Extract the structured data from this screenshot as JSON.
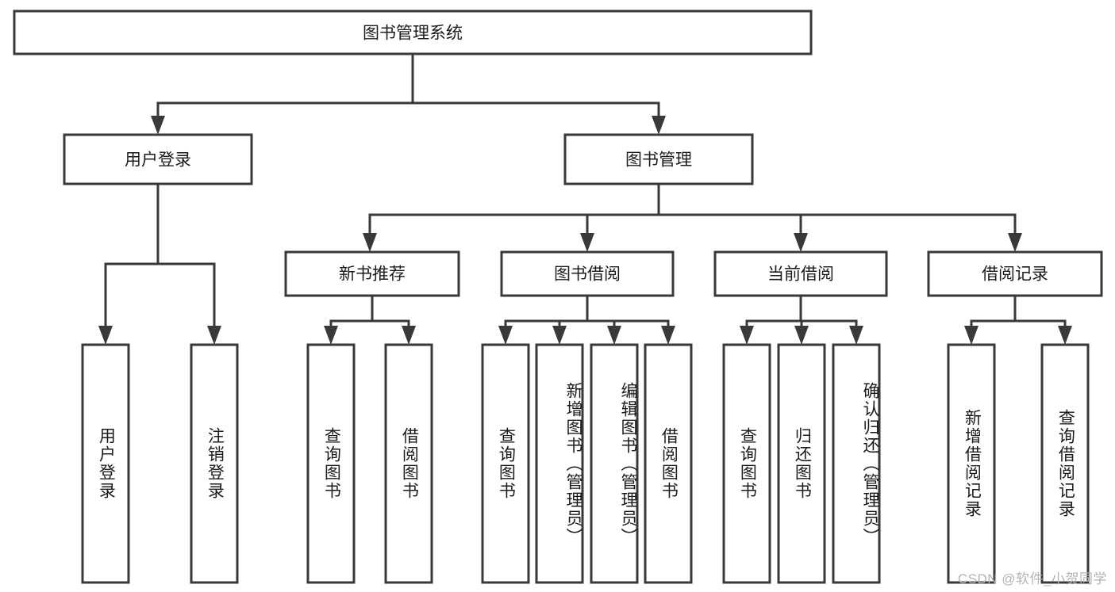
{
  "diagram": {
    "title": "图书管理系统",
    "type": "tree-hierarchy-diagram",
    "colors": {
      "stroke": "#393939",
      "box_fill": "#ffffff",
      "text": "#1b1b1b",
      "background": "#ffffff",
      "watermark": "#b4b4b4"
    },
    "root": {
      "label": "图书管理系统",
      "orientation": "horizontal"
    },
    "level2": [
      {
        "label": "用户登录",
        "orientation": "horizontal"
      },
      {
        "label": "图书管理",
        "orientation": "horizontal"
      }
    ],
    "level3": [
      {
        "label": "新书推荐",
        "orientation": "horizontal"
      },
      {
        "label": "图书借阅",
        "orientation": "horizontal"
      },
      {
        "label": "当前借阅",
        "orientation": "horizontal"
      },
      {
        "label": "借阅记录",
        "orientation": "horizontal"
      }
    ],
    "leaves": {
      "user_login": [
        {
          "label": "用户登录",
          "orientation": "vertical"
        },
        {
          "label": "注销登录",
          "orientation": "vertical"
        }
      ],
      "new_book_recommend": [
        {
          "label": "查询图书",
          "orientation": "vertical"
        },
        {
          "label": "借阅图书",
          "orientation": "vertical"
        }
      ],
      "book_borrow": [
        {
          "label": "查询图书",
          "orientation": "vertical"
        },
        {
          "label": "新增图书（管理员）",
          "orientation": "vertical"
        },
        {
          "label": "编辑图书（管理员）",
          "orientation": "vertical"
        },
        {
          "label": "借阅图书",
          "orientation": "vertical"
        }
      ],
      "current_borrow": [
        {
          "label": "查询图书",
          "orientation": "vertical"
        },
        {
          "label": "归还图书",
          "orientation": "vertical"
        },
        {
          "label": "确认归还（管理员）",
          "orientation": "vertical"
        }
      ],
      "borrow_record": [
        {
          "label": "新增借阅记录",
          "orientation": "vertical"
        },
        {
          "label": "查询借阅记录",
          "orientation": "vertical"
        }
      ]
    }
  },
  "watermark": {
    "text": "CSDN @软件_小贺同学"
  }
}
